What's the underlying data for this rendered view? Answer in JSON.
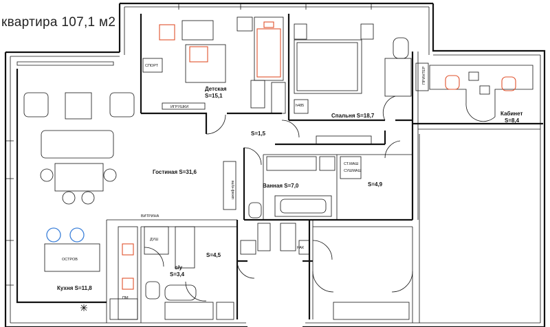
{
  "title": "квартира 107,1 м2",
  "rooms": {
    "detskaya": "Детская",
    "detskaya_area": "S=15,1",
    "spalnya": "Спальня S=18,7",
    "gostinaya": "Гостиная S=31,6",
    "vannaya": "Ванная S=7,0",
    "dressing": "S=4,9",
    "hall": "S=1,5",
    "corridor": "S=4,5",
    "wc": "с/у",
    "wc_area": "S=3,4",
    "kitchen": "Кухня S=11,8",
    "cabinet": "Кабинет",
    "cabinet_area": "S=8,4"
  },
  "furniture": {
    "sport": "СПОРТ",
    "toys": "ИГРУШКИ",
    "h485": "h485",
    "printer": "ПРИНТЕР",
    "vitrine": "ВИТРИНА",
    "ostrov": "ОСТРОВ",
    "dush": "ДУШ",
    "pm": "ПМ",
    "washer_1": "СТ.МАШ",
    "washer_2": "СУШМАШ",
    "closet": "шкаф-купе",
    "sink": "РАК"
  }
}
